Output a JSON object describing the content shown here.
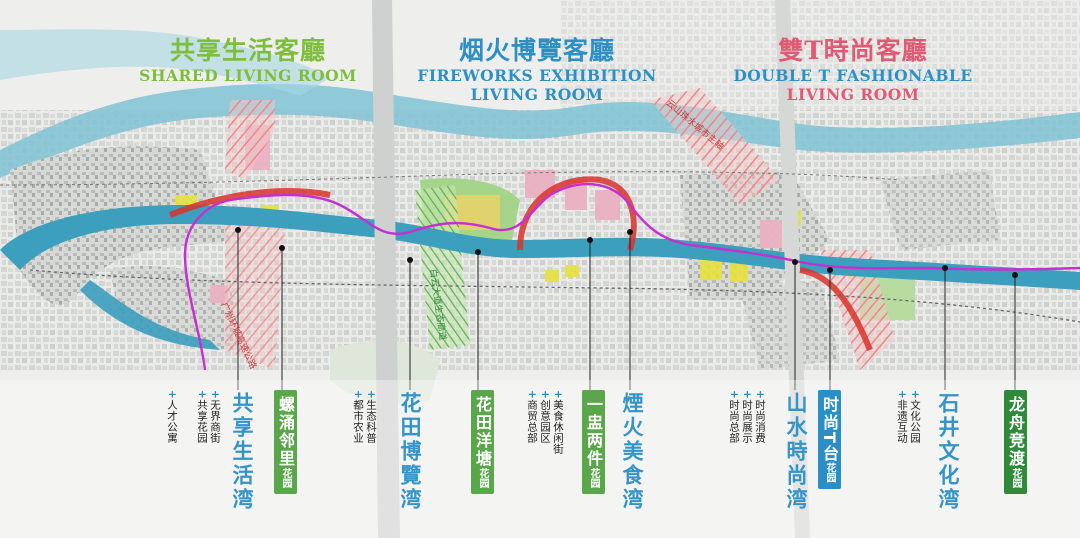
{
  "headers": {
    "shared": {
      "zh": "共享生活客廳",
      "en": "SHARED LIVING ROOM"
    },
    "fireworks": {
      "zh": "烟火博覽客廳",
      "en1": "FIREWORKS EXHIBITION",
      "en2": "LIVING ROOM"
    },
    "double_t": {
      "zh": "雙T時尚客廳",
      "en1": "DOUBLE T FASHIONABLE",
      "en2": "LIVING ROOM"
    }
  },
  "road_labels": {
    "guangzhou_ring": "广州环城高速公路",
    "green_corridor": "白云大道生态廊道",
    "shanshui_axis": "云山珠水城市主轴"
  },
  "callouts": [
    {
      "kind": "small",
      "lines": [
        "人才公寓"
      ]
    },
    {
      "kind": "small",
      "lines": [
        "共享花园",
        "无界商街"
      ]
    },
    {
      "kind": "big",
      "text": "共享生活湾"
    },
    {
      "kind": "badge",
      "text": "螺涌邻里",
      "suffix": "花园"
    },
    {
      "kind": "small",
      "lines": [
        "都市农业",
        "生态科普"
      ]
    },
    {
      "kind": "big",
      "text": "花田博覽湾"
    },
    {
      "kind": "badge",
      "text": "花田洋塘",
      "suffix": "花园"
    },
    {
      "kind": "small",
      "lines": [
        "商贸总部",
        "创意园区",
        "美食休闲街"
      ]
    },
    {
      "kind": "badge",
      "text": "一盅两件",
      "suffix": "花园"
    },
    {
      "kind": "big",
      "text": "煙火美食湾"
    },
    {
      "kind": "small",
      "lines": [
        "时尚总部",
        "时尚展示",
        "时尚消费"
      ]
    },
    {
      "kind": "big",
      "text": "山水時尚湾"
    },
    {
      "kind": "badge",
      "text": "时尚T台",
      "suffix": "花园"
    },
    {
      "kind": "small",
      "lines": [
        "非遗互动",
        "文化公园"
      ]
    },
    {
      "kind": "big",
      "text": "石井文化湾"
    },
    {
      "kind": "badge",
      "text": "龙舟竞渡",
      "suffix": "花园"
    }
  ],
  "colors": {
    "water": "#3c9fbd",
    "river_path": "#c62fd0",
    "fireworks_zone": "#d9342b",
    "green_space": "#6cb84a",
    "shared_accent": "#7ebe3e",
    "fireworks_accent": "#2d8fc4",
    "fashion_accent": "#e05a74"
  }
}
